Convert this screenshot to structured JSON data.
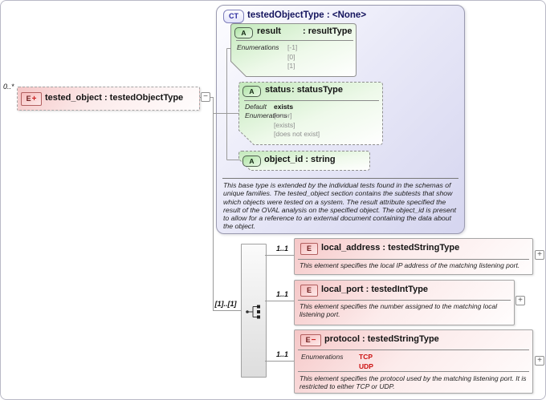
{
  "icons": {
    "complex_type_badge": "CT",
    "attribute_letter": "A",
    "element_letter": "E",
    "expand_glyph": "+",
    "collapse_glyph": "−"
  },
  "root_element": {
    "cardinality": "0..*",
    "title": "tested_object : testedObjectType",
    "toggle": "−"
  },
  "complex_type": {
    "badge": "CT",
    "title": "testedObjectType : <None>",
    "attributes": {
      "result": {
        "name": "result",
        "type": ": resultType",
        "enum_label": "Enumerations",
        "enums": "[-1]\n[0]\n[1]"
      },
      "status": {
        "name": "status",
        "type": ": statusType",
        "default_label": "Default",
        "default_value": "exists",
        "enum_label": "Enumerations",
        "enums": "[error]\n[exists]\n[does not exist]"
      },
      "object_id": {
        "title": "object_id : string"
      }
    },
    "description": "This base type is extended by the individual tests found in the schemas of unique families.  The tested_object section contains the subtests that show which objects were tested on a system. The result attribute specified the result of the OVAL analysis on the specified object. The object_id is present to allow for a reference to an external document containing the data about the object."
  },
  "model_group": {
    "cardinality": "[1]..[1]"
  },
  "children": {
    "local_address": {
      "cardinality": "1..1",
      "title": "local_address : testedStringType",
      "description": "This element specifies the local IP address of the matching listening port.",
      "expand": "+"
    },
    "local_port": {
      "cardinality": "1..1",
      "title": "local_port : testedIntType",
      "description": "This element specifies the number assigned to the matching local listening port.",
      "expand": "+"
    },
    "protocol": {
      "cardinality": "1..1",
      "badge_modifier": "−",
      "title": "protocol : testedStringType",
      "enum_label": "Enumerations",
      "enums": "TCP\nUDP",
      "description": "This element specifies the protocol used by the matching listening port.  It is restricted to either TCP or UDP.",
      "expand": "+"
    }
  },
  "colors": {
    "element_fill": "#f5c7c7",
    "attribute_fill": "#c3e9bb",
    "complex_type_fill": "#d5d5ef",
    "enum_value_gray": "#8f8f8f",
    "enum_value_red": "#cc1111",
    "connector_gray": "#9a9a9a"
  }
}
